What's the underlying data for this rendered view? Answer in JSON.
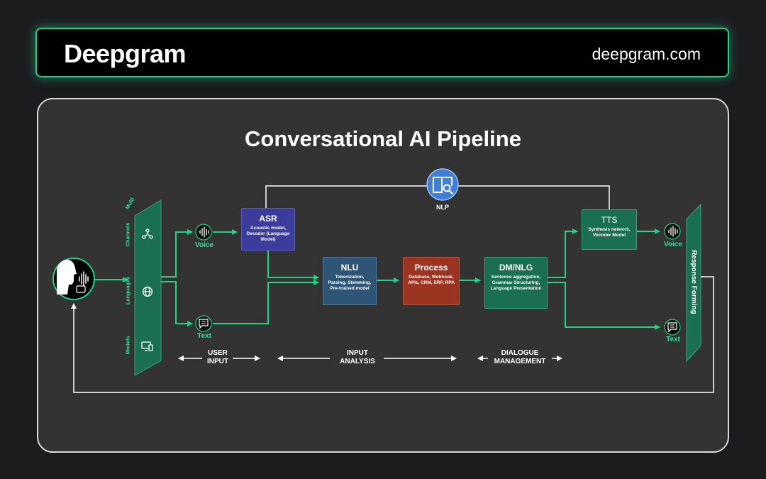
{
  "header": {
    "brand": "Deepgram",
    "site": "deepgram.com"
  },
  "diagram": {
    "title": "Conversational AI Pipeline",
    "nlp_label": "NLP",
    "channel_bar": {
      "multi": "Multi",
      "channels": "Channels",
      "languages": "Languages",
      "models": "Models"
    },
    "voice_in": "Voice",
    "text_in": "Text",
    "voice_out": "Voice",
    "text_out": "Text",
    "response_forming": "Response Forming",
    "boxes": {
      "asr": {
        "title": "ASR",
        "desc": "Acoustic model, Decoder (Language Model)"
      },
      "nlu": {
        "title": "NLU",
        "desc": "Tokenization, Parsing, Stemming, Pre-trained model"
      },
      "process": {
        "title": "Process",
        "desc": "Database, Webhook, APIs, CRM, ERP, RPA"
      },
      "dmnlg": {
        "title": "DM/NLG",
        "desc": "Sentence aggregation, Grammar Structuring, Language Presentation"
      },
      "tts": {
        "title": "TTS",
        "desc": "Synthesis network, Vocoder Model"
      }
    },
    "stages": {
      "user_input": [
        "USER",
        "INPUT"
      ],
      "input_analysis": [
        "INPUT",
        "ANALYSIS"
      ],
      "dialogue": [
        "DIALOGUE",
        "MANAGEMENT"
      ]
    },
    "icons": {
      "nlp": "book-search-icon",
      "speaker": "speaking-person-icon",
      "channels": "share-nodes-icon",
      "languages": "globe-icon",
      "models": "devices-icon",
      "voice": "waveform-icon",
      "text": "chat-bubble-icon"
    },
    "colors": {
      "accent": "#1fd28a",
      "asr": "#3c3c9c",
      "nlu": "#2f5576",
      "process": "#9b3420",
      "dmnlg": "#1a6f52",
      "tts": "#1a6f52",
      "nlp_circle": "#3f7fd6"
    }
  }
}
